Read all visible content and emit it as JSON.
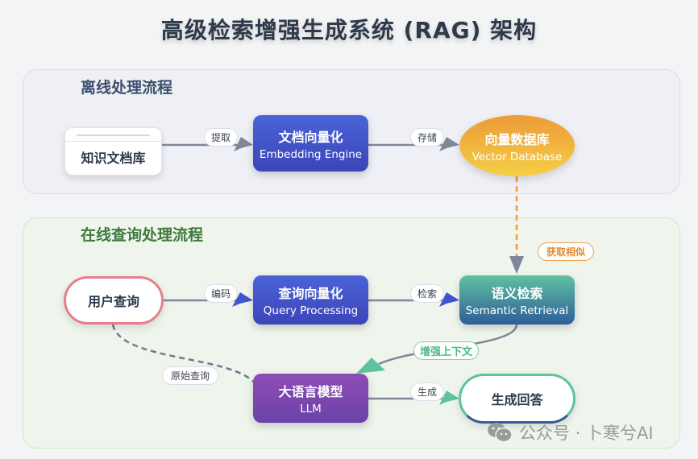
{
  "title": "高级检索增强生成系统 (RAG) 架构",
  "sections": {
    "offline": {
      "title": "离线处理流程"
    },
    "online": {
      "title": "在线查询处理流程"
    }
  },
  "nodes": {
    "doc_store": {
      "cn": "知识文档库"
    },
    "embedding": {
      "cn": "文档向量化",
      "en": "Embedding Engine"
    },
    "vector_db": {
      "cn": "向量数据库",
      "en": "Vector Database"
    },
    "user_query": {
      "cn": "用户查询"
    },
    "query_vec": {
      "cn": "查询向量化",
      "en": "Query Processing"
    },
    "semantic": {
      "cn": "语义检索",
      "en": "Semantic Retrieval"
    },
    "llm": {
      "cn": "大语言模型",
      "en": "LLM"
    },
    "answer": {
      "cn": "生成回答"
    }
  },
  "edges": {
    "extract": "提取",
    "store": "存储",
    "fetch_similar": "获取相似",
    "encode": "编码",
    "search": "检索",
    "augment_context": "增强上下文",
    "raw_query": "原始查询",
    "generate": "生成"
  },
  "colors": {
    "offline_panel": "#eef0f5",
    "online_panel": "#eff5ec",
    "embedding": "#4a63d8",
    "vector_db": "#f0b040",
    "semantic": "#4fa79a",
    "llm": "#7d48b0",
    "user_query_border": "#e77f8b",
    "answer_border": "#5cc2a0"
  },
  "watermark": {
    "icon": "wechat-icon",
    "text": "公众号 · 卜寒兮AI"
  }
}
